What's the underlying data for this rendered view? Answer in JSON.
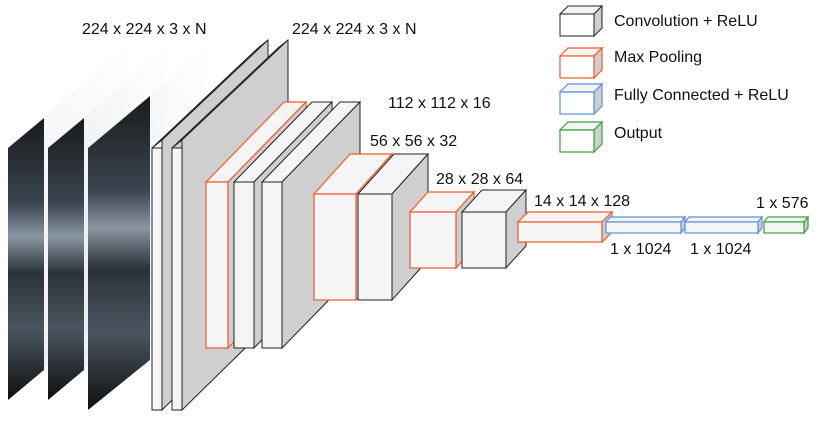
{
  "input_label": "224 x 224 x 3 x N",
  "layers": [
    {
      "id": "conv1",
      "label": "224 x 224 x 3 x N",
      "type": "conv"
    },
    {
      "id": "pool1",
      "label": "",
      "type": "pool"
    },
    {
      "id": "conv2",
      "label": "112 x 112 x 16",
      "type": "conv"
    },
    {
      "id": "pool2",
      "label": "",
      "type": "pool"
    },
    {
      "id": "conv3",
      "label": "56 x 56 x 32",
      "type": "conv"
    },
    {
      "id": "pool3",
      "label": "",
      "type": "pool"
    },
    {
      "id": "conv4",
      "label": "28 x 28 x 64",
      "type": "conv"
    },
    {
      "id": "pool4",
      "label": "14 x 14 x 128",
      "type": "pool"
    },
    {
      "id": "fc1",
      "label": "1 x 1024",
      "type": "fc"
    },
    {
      "id": "fc2",
      "label": "1 x 1024",
      "type": "fc"
    },
    {
      "id": "output",
      "label": "1 x 576",
      "type": "output"
    }
  ],
  "legend": [
    {
      "label": "Convolution + ReLU",
      "type": "conv",
      "color": "#222222"
    },
    {
      "label": "Max Pooling",
      "type": "pool",
      "color": "#f05a2a"
    },
    {
      "label": "Fully Connected + ReLU",
      "type": "fc",
      "color": "#5b8fe0"
    },
    {
      "label": "Output",
      "type": "output",
      "color": "#3aa13a"
    }
  ],
  "colors": {
    "conv_stroke": "#222222",
    "pool_stroke": "#f05a2a",
    "fc_stroke": "#5b8fe0",
    "output_stroke": "#3aa13a",
    "face_fill": "#f5f5f5",
    "side_fill": "#cfcfcf"
  }
}
